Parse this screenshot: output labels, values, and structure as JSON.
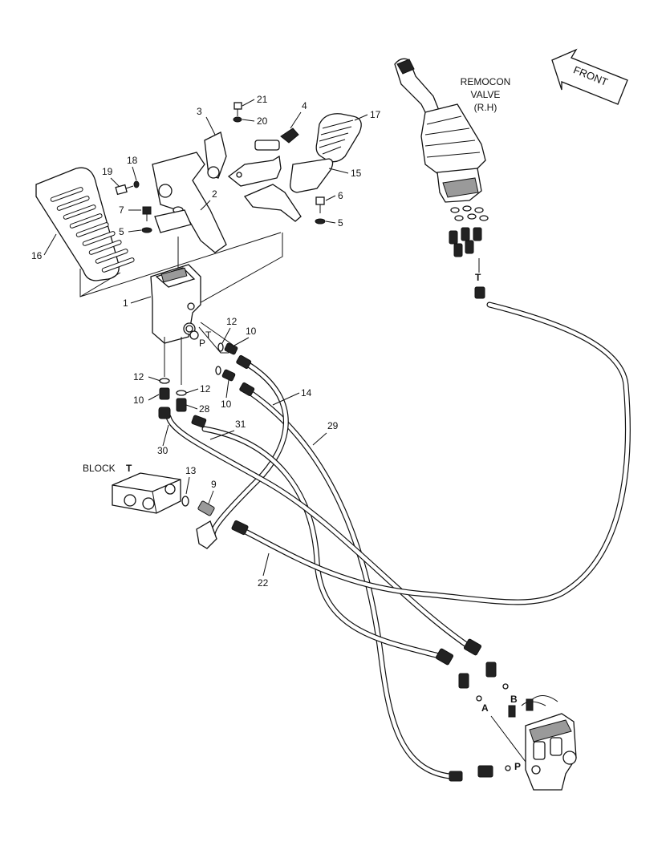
{
  "labels": {
    "remocon_line1": "REMOCON",
    "remocon_line2": "VALVE",
    "remocon_line3": "(R.H)",
    "front": "FRONT",
    "block": "BLOCK",
    "block_t": "T",
    "port_t_top": "T",
    "port_p": "P",
    "port_t": "T",
    "port_a": "A",
    "port_b": "B",
    "port_p2": "P"
  },
  "callouts": {
    "c1": "1",
    "c2": "2",
    "c3": "3",
    "c4": "4",
    "c5a": "5",
    "c5b": "5",
    "c6": "6",
    "c7": "7",
    "c9": "9",
    "c10a": "10",
    "c10b": "10",
    "c10c": "10",
    "c12a": "12",
    "c12b": "12",
    "c12c": "12",
    "c13": "13",
    "c14": "14",
    "c15": "15",
    "c16": "16",
    "c17": "17",
    "c18": "18",
    "c19": "19",
    "c20": "20",
    "c21": "21",
    "c22": "22",
    "c28": "28",
    "c29": "29",
    "c30": "30",
    "c31": "31"
  }
}
